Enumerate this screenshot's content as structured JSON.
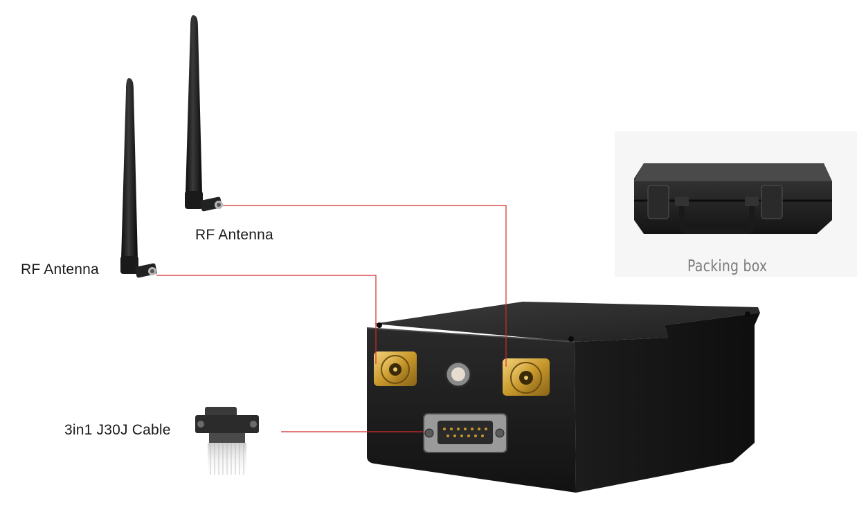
{
  "labels": {
    "antenna_right": "RF Antenna",
    "antenna_left": "RF Antenna",
    "cable": "3in1 J30J Cable",
    "packing": "Packing box"
  },
  "colors": {
    "leader_line": "#d42a2a",
    "device_body": "#1a1a1a",
    "gold_connector": "#c8992c"
  },
  "icons": {
    "antenna": "antenna-icon",
    "connector": "sma-connector-icon",
    "case": "carry-case-icon"
  }
}
